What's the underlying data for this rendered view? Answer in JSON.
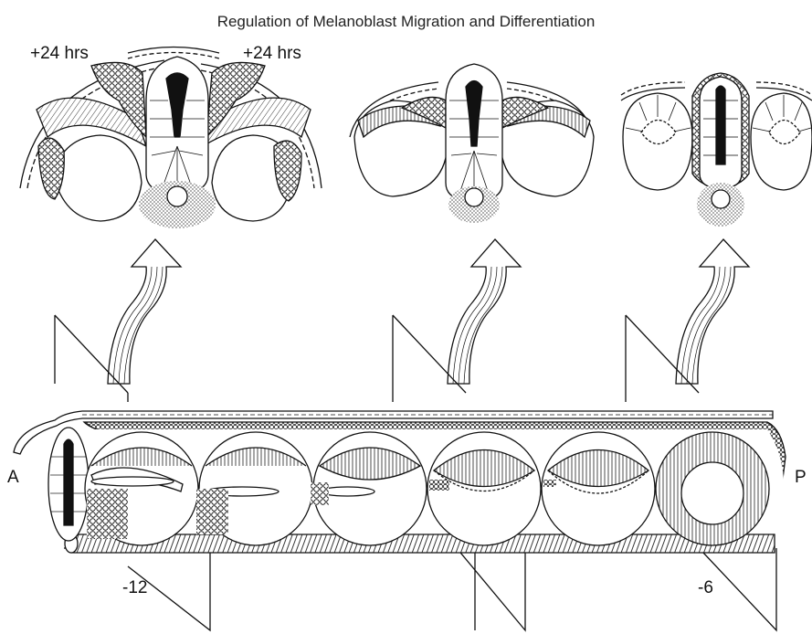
{
  "title": "Regulation of Melanoblast Migration and Differentiation",
  "labels": {
    "left_time": "+24 hrs",
    "right_time": "+24 hrs",
    "anterior": "A",
    "posterior": "P",
    "stage_anterior": "-12",
    "stage_posterior": "-6"
  },
  "colors": {
    "line": "#111111",
    "fill": "#ffffff",
    "stipple": "#9a9a9a"
  }
}
